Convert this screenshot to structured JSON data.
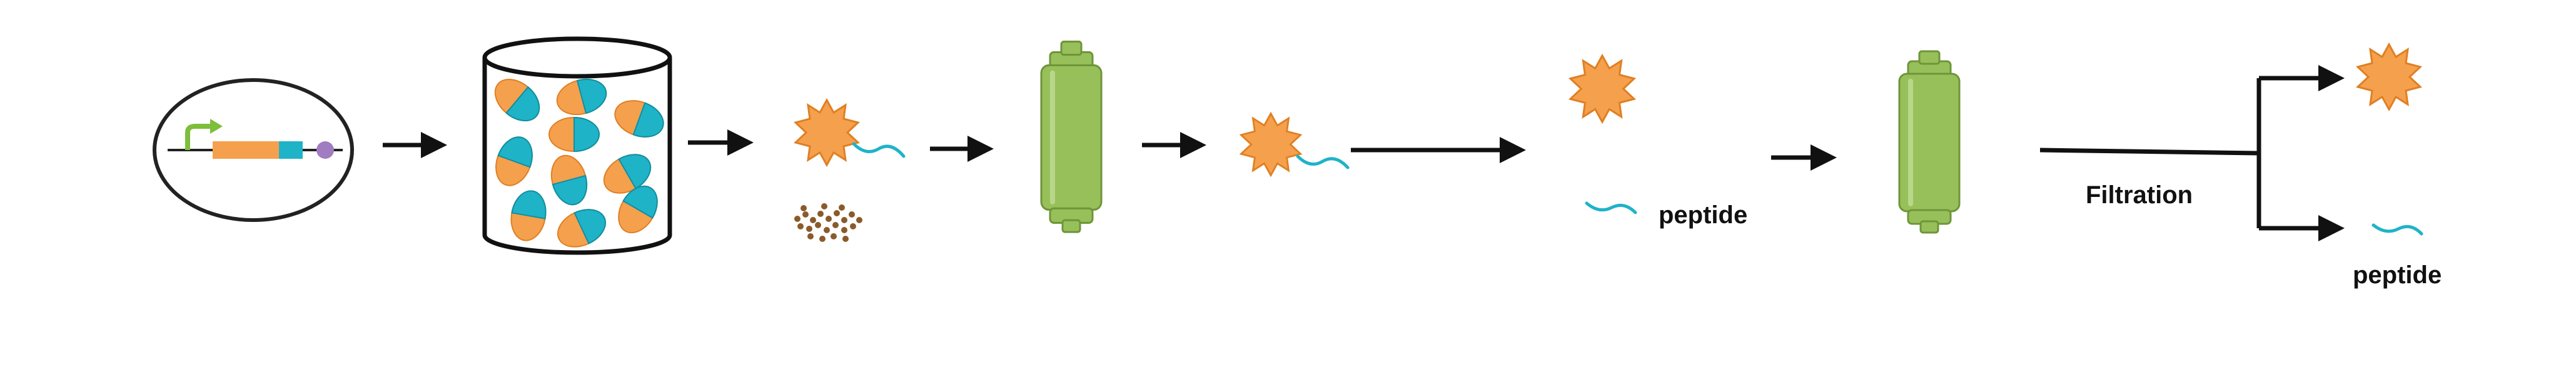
{
  "labels": {
    "peptide_mid": "peptide",
    "filtration": "Filtration",
    "peptide_final": "peptide"
  },
  "colors": {
    "line": "#111111",
    "orange": "#F5A04C",
    "orange_edge": "#E07F22",
    "cyan": "#1FB3C8",
    "green": "#98C05A",
    "green_dark": "#6E9538",
    "promoter_arrow": "#7DBE3A",
    "terminator": "#A07CC0",
    "debris": "#8B5A2B"
  },
  "icons": [
    "plasmid-icon",
    "fermenter-icon",
    "fusion-protein-icon",
    "cell-debris-icon",
    "chromatography-column-icon",
    "protease-icon",
    "peptide-fragment-icon"
  ]
}
